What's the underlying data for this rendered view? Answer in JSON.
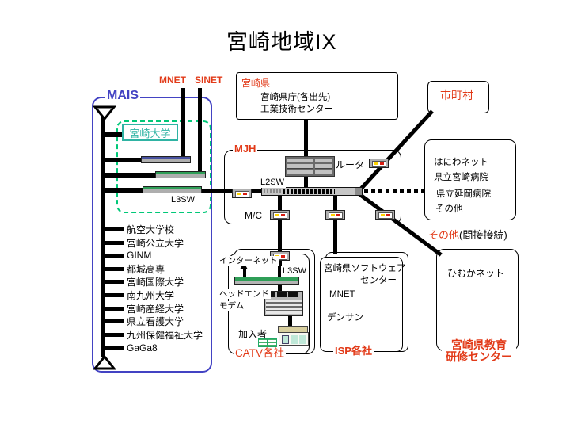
{
  "title": "宮崎地域IX",
  "colors": {
    "red": "#e23a18",
    "blue": "#4343c3",
    "teal_dash": "#00c878",
    "univ_teal": "#2fb3a3",
    "bar_green": "#2f9e57"
  },
  "uplinks": {
    "mnet": "MNET",
    "sinet": "SINET"
  },
  "mais": {
    "label": "MAIS",
    "university": "宮崎大学",
    "l3sw": "L3SW",
    "members": [
      "航空大学校",
      "宮崎公立大学",
      "GINM",
      "都城高専",
      "宮崎国際大学",
      "南九州大学",
      "宮崎産経大学",
      "県立看護大学",
      "九州保健福祉大学",
      "GaGa8"
    ]
  },
  "prefecture": {
    "title": "宮崎県",
    "line1": "宮崎県庁(各出先)",
    "line2": "工業技術センター"
  },
  "mjh": {
    "label": "MJH",
    "router": "ルータ",
    "l2sw": "L2SW",
    "mc": "M/C"
  },
  "municipality": {
    "label": "市町村"
  },
  "haniwa": {
    "line1": "はにわネット",
    "line2": "県立宮崎病院",
    "line3": "県立延岡病院",
    "line4": "その他"
  },
  "indirect": {
    "red": "その他",
    "black": "(間接接続)"
  },
  "catv": {
    "internet": "インターネット",
    "l3sw": "L3SW",
    "headend_1": "ヘッドエンド",
    "headend_2": "モデム",
    "subscriber": "加入者",
    "legend": "CATV各社"
  },
  "isp": {
    "line1": "宮崎県ソフトウェア",
    "line2": "センター",
    "line3": "MNET",
    "line4": "デンサン",
    "legend": "ISP各社"
  },
  "himuka": {
    "name": "ひむかネット",
    "legend_1": "宮崎県教育",
    "legend_2": "研修センター"
  }
}
